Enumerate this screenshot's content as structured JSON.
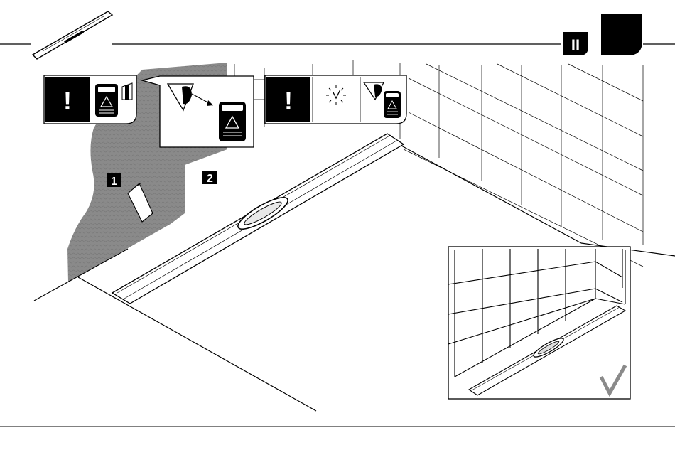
{
  "header": {
    "section_label": "II"
  },
  "steps": {
    "step1": "1",
    "step2": "2"
  },
  "warning_panels": {
    "panel1_symbol": "!",
    "panel2_symbol": "!"
  },
  "icons": {
    "product_strip": "drain-channel-icon",
    "warning": "exclamation-icon",
    "adhesive": "adhesive-can-icon",
    "sealing_tape": "sealing-tape-icon",
    "corner": "corner-seal-icon",
    "clock": "clock-icon",
    "trowel": "notched-trowel-icon",
    "check": "checkmark-icon"
  },
  "colors": {
    "ink": "#000000",
    "wall_coating": "#898989",
    "page": "#ffffff"
  }
}
